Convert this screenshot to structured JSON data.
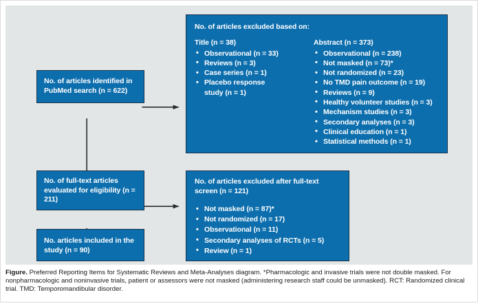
{
  "figure": {
    "colors": {
      "box_fill": "#0d6ead",
      "box_border": "#16314a",
      "canvas_background": "#e3e6e7",
      "box_text": "#ffffff",
      "arrow": "#2b2b2b",
      "caption_text": "#1a1a1a"
    }
  },
  "boxes": {
    "identified": {
      "name": "identified-records-box",
      "text": "No. of articles identified in PubMed search (n = 622)"
    },
    "fulltext": {
      "name": "full-text-assessed-box",
      "text": "No. of full-text articles evaluated for eligibility (n = 211)"
    },
    "included": {
      "name": "included-studies-box",
      "text": "No. articles included in the study (n = 90)"
    },
    "excluded_screen": {
      "title": "No. of articles excluded based on:",
      "title_col": {
        "heading": "Title (n = 38)",
        "items": [
          "Observational (n = 33)",
          "Reviews (n = 3)",
          "Case series (n = 1)",
          "Placebo response",
          "study (n = 1)"
        ]
      },
      "abstract_col": {
        "heading": "Abstract (n = 373)",
        "items": [
          "Observational (n = 238)",
          "Not masked (n = 73)*",
          "Not randomized (n = 23)",
          "No TMD pain outcome (n = 19)",
          "Reviews (n = 9)",
          "Healthy volunteer studies (n = 3)",
          "Mechanism studies (n = 3)",
          "Secondary analyses (n = 3)",
          "Clinical education (n = 1)",
          "Statistical methods (n = 1)"
        ]
      }
    },
    "excluded_fulltext": {
      "title": "No. of articles excluded after full-text screen (n = 121)",
      "items": [
        "Not masked (n = 87)*",
        "Not randomized (n = 17)",
        "Observational (n = 11)",
        "Secondary analyses of RCTs (n = 5)",
        "Review (n = 1)"
      ]
    }
  },
  "arrows": [
    {
      "name": "arrow-identified-to-excluded-screen",
      "direction": "right"
    },
    {
      "name": "arrow-identified-to-fulltext",
      "direction": "down"
    },
    {
      "name": "arrow-fulltext-to-excluded-fulltext",
      "direction": "right"
    },
    {
      "name": "arrow-fulltext-to-included",
      "direction": "down"
    }
  ],
  "caption": {
    "label": "Figure.",
    "body": " Preferred Reporting Items for Systematic Reviews and Meta-Analyses diagram. *Pharmacologic and invasive trials were not double masked. For nonpharmacologic and noninvasive trials, patient or assessors were not masked (administering research staff could be unmasked). RCT: Randomized clinical trial. TMD: Temporomandibular disorder."
  }
}
